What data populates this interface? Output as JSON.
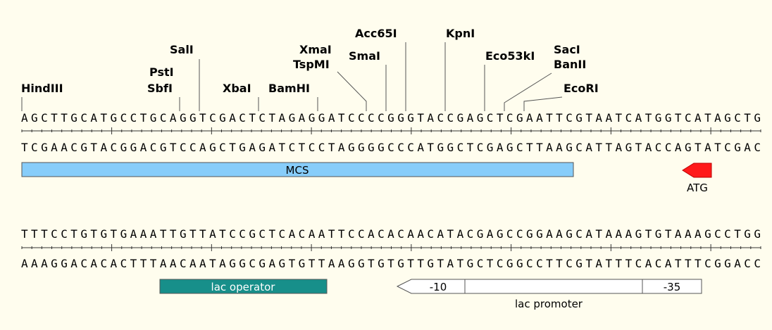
{
  "rows": [
    {
      "top": "AGCTTGCATGCCTGCAGGTCGACTCTAGAGGATCCCCGGGTACCGAGCTCGAATTCGTAATCATGGTCATAGCTG",
      "bottom": "TCGAACGTACGGACGTCCAGCTGAGATCTCCTAGGGGCCCATGGCTCGAGCTTAAGCATTAGTACCAGTATCGAC"
    },
    {
      "top": "TTTCCTGTGTGAAATTGTTATCCGCTCACAATTCCACACAACATACGAGCCGGAAGCATAAAGTGTAAAGCCTGG",
      "bottom": "AAAGGACACACTTTAACAATAGGCGAGTGTTAAGGTGTGTTGTATGCTCGGCCTTCGTATTTCACATTTCGGACC"
    }
  ],
  "enzymes": [
    {
      "name": "HindIII"
    },
    {
      "name": "PstI"
    },
    {
      "name": "SbfI"
    },
    {
      "name": "SalI"
    },
    {
      "name": "XbaI"
    },
    {
      "name": "BamHI"
    },
    {
      "name": "XmaI"
    },
    {
      "name": "TspMI"
    },
    {
      "name": "SmaI"
    },
    {
      "name": "Acc65I"
    },
    {
      "name": "KpnI"
    },
    {
      "name": "Eco53kI"
    },
    {
      "name": "SacI"
    },
    {
      "name": "BanII"
    },
    {
      "name": "EcoRI"
    }
  ],
  "features": {
    "mcs": {
      "label": "MCS",
      "color": "#87cdfa"
    },
    "atg": {
      "label": "ATG",
      "color": "#ff1a1a"
    },
    "lac_operator": {
      "label": "lac operator",
      "color": "#178f8a"
    },
    "lac_promoter": {
      "label": "lac promoter",
      "minus10": "-10",
      "minus35": "-35",
      "color": "#ffffff"
    }
  }
}
